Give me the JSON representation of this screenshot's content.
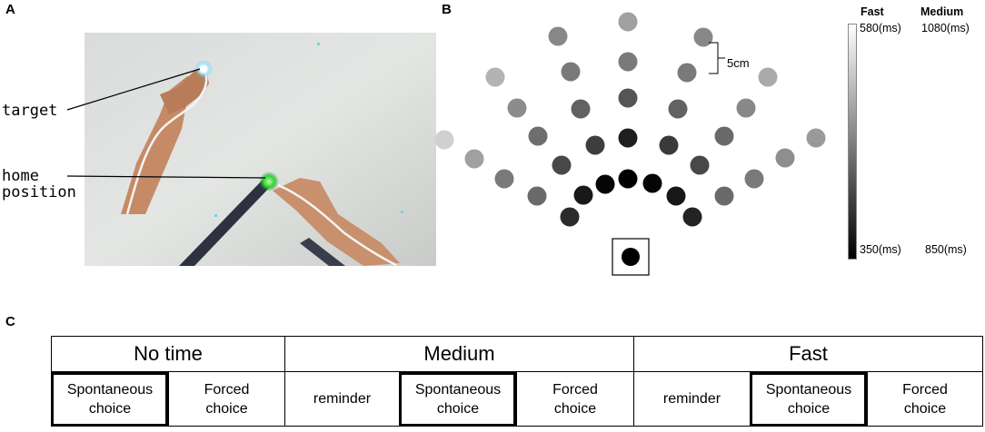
{
  "panels": {
    "a": "A",
    "b": "B",
    "c": "C"
  },
  "photo": {
    "labels": {
      "target": "target",
      "home_line1": "home",
      "home_line2": "position"
    }
  },
  "colorbar": {
    "headers": {
      "fast": "Fast",
      "medium": "Medium"
    },
    "fast_max": "580(ms)",
    "medium_max": "1080(ms)",
    "fast_min": "350(ms)",
    "medium_min": "850(ms)",
    "gradient_top": "#ffffff",
    "gradient_bottom": "#000000"
  },
  "scale_label": "5cm",
  "table": {
    "conditions": [
      "No time",
      "Medium",
      "Fast"
    ],
    "phases": {
      "spontaneous_line1": "Spontaneous",
      "spontaneous_line2": "choice",
      "forced_line1": "Forced",
      "forced_line2": "choice",
      "reminder": "reminder"
    }
  }
}
